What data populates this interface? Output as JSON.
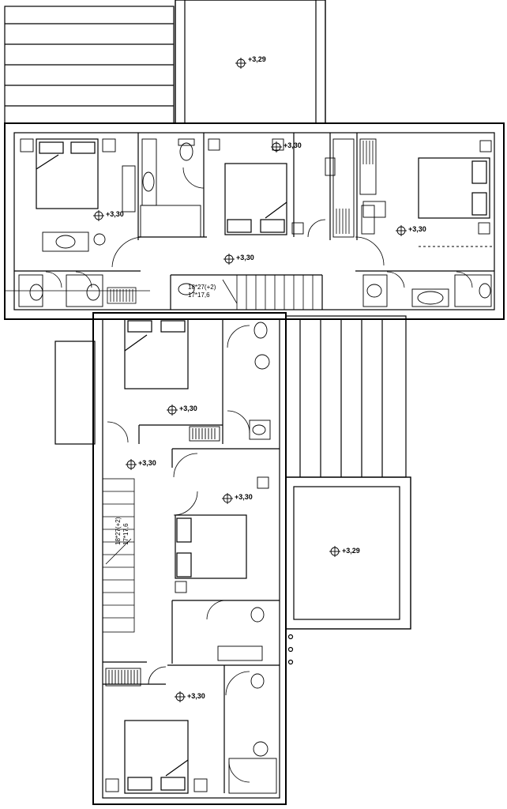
{
  "levels": {
    "terrace_top": "+3,29",
    "room_center": "+3,30",
    "room_left": "+3,30",
    "room_right": "+3,30",
    "hall_upper": "+3,30",
    "room_mid": "+3,30",
    "hall_left": "+3,30",
    "room_lower_mid": "+3,30",
    "terrace_right": "+3,29",
    "room_bottom": "+3,30"
  },
  "stairs": {
    "upper_line1": "18*27(+2)",
    "upper_line2": "17*17,6",
    "lower_line1": "18*27(+2)",
    "lower_line2": "17*17,6"
  }
}
